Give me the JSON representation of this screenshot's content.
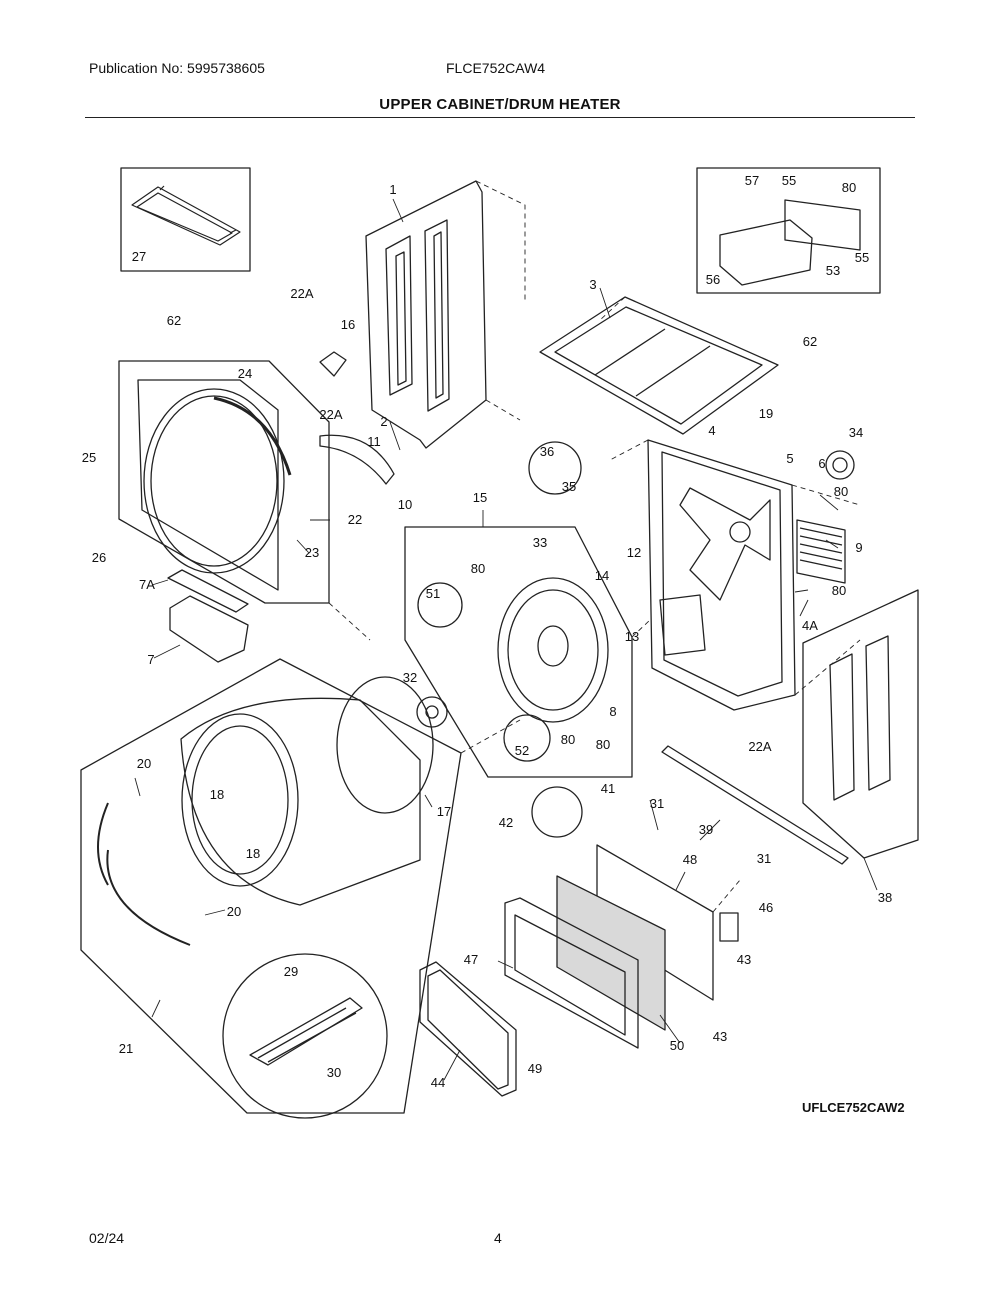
{
  "header": {
    "publication": "Publication No: 5995738605",
    "model": "FLCE752CAW4",
    "title": "UPPER CABINET/DRUM HEATER"
  },
  "callouts": [
    "27",
    "1",
    "57",
    "55",
    "80",
    "56",
    "53",
    "55",
    "22A",
    "16",
    "62",
    "3",
    "62",
    "24",
    "22A",
    "2",
    "11",
    "19",
    "4",
    "34",
    "25",
    "10",
    "36",
    "35",
    "5",
    "6",
    "80",
    "22",
    "23",
    "15",
    "33",
    "80",
    "12",
    "9",
    "26",
    "7A",
    "51",
    "14",
    "13",
    "80",
    "4A",
    "7",
    "32",
    "8",
    "80",
    "80",
    "52",
    "22A",
    "20",
    "18",
    "17",
    "41",
    "31",
    "39",
    "42",
    "18",
    "31",
    "38",
    "48",
    "20",
    "46",
    "29",
    "47",
    "43",
    "43",
    "30",
    "50",
    "21",
    "44",
    "49"
  ],
  "figure_code": "UFLCE752CAW2",
  "footer": {
    "date": "02/24",
    "page": "4"
  }
}
